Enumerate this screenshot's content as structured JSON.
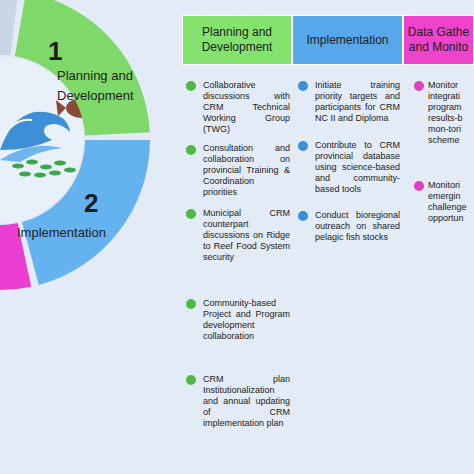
{
  "diagram": {
    "nodes": [
      {
        "text": [
          "1",
          "Planning and Development"
        ]
      },
      {
        "text": [
          "2",
          "Implementation"
        ]
      },
      {
        "text": [
          "Planning and Development"
        ]
      },
      {
        "text": [
          "Implementation"
        ]
      },
      {
        "text": [
          "Data Gathe and Monito"
        ]
      }
    ],
    "labels": [
      "Collaborative discussions with CRM Technical Working Group (TWG)",
      "Consultation and collaboration on provincial Training & Coordination priorities",
      "Municipal CRM counterpart discussions on Ridge to Reef Food System security",
      "Community-based Project and Program development collaboration",
      "CRM plan Institutionalization and annual updating of CRM implementation plan",
      "Initiate training priority targets and participants for CRM NC II and Diploma",
      "Contribute to CRM provincial database using science-based and community-based tools",
      "Conduct bioregional outreach on shared pelagic fish stocks",
      "Monitor integrati program results-b mon-tori scheme",
      "Monitori emergin challenge opportun"
    ]
  }
}
